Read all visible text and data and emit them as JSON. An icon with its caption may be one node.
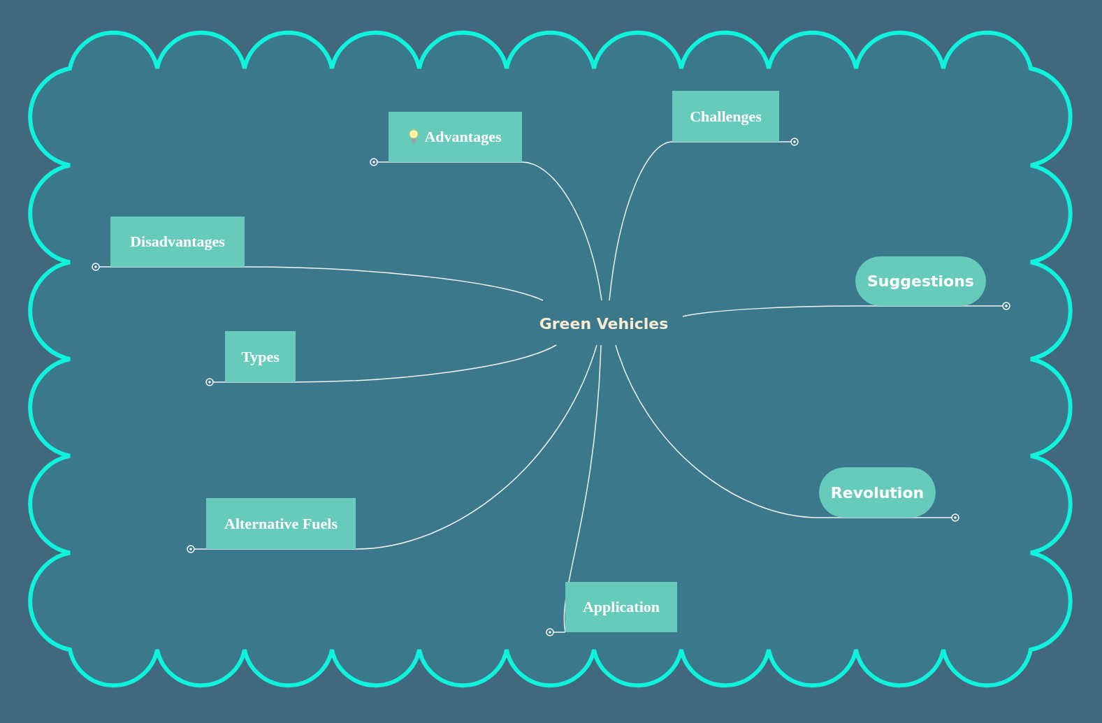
{
  "diagram": {
    "nodes": [
      {
        "text": [],
        "shape": "cloud"
      },
      {
        "text": [
          "Green Vehicles"
        ],
        "in": 0
      },
      {
        "text": [
          "Advantages"
        ],
        "in": 0
      },
      {
        "text": [
          "Challenges"
        ],
        "in": 0
      },
      {
        "text": [
          "Disadvantages"
        ],
        "in": 0
      },
      {
        "text": [
          "Suggestions"
        ],
        "in": 0
      },
      {
        "text": [
          "Types"
        ],
        "in": 0
      },
      {
        "text": [
          "Revolution"
        ],
        "in": 0
      },
      {
        "text": [
          "Alternative Fuels"
        ],
        "in": 0
      },
      {
        "text": [
          "Application"
        ],
        "in": 0
      }
    ],
    "edges": [
      {
        "from": 1,
        "to": 2,
        "arrow": "none"
      },
      {
        "from": 1,
        "to": 3,
        "arrow": "none"
      },
      {
        "from": 1,
        "to": 4,
        "arrow": "none"
      },
      {
        "from": 1,
        "to": 5,
        "arrow": "none"
      },
      {
        "from": 1,
        "to": 6,
        "arrow": "none"
      },
      {
        "from": 1,
        "to": 7,
        "arrow": "none"
      },
      {
        "from": 1,
        "to": 8,
        "arrow": "none"
      },
      {
        "from": 1,
        "to": 9,
        "arrow": "none"
      }
    ]
  }
}
